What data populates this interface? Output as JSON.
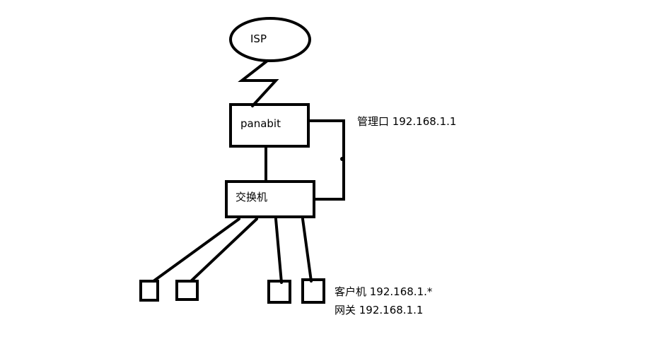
{
  "nodes": {
    "isp": {
      "label": "ISP"
    },
    "panabit": {
      "label": "panabit"
    },
    "switch": {
      "label": "交换机"
    }
  },
  "labels": {
    "management": "管理口 192.168.1.1",
    "client": "客户机 192.168.1.*",
    "gateway": "网关 192.168.1.1"
  },
  "colors": {
    "stroke": "#000000",
    "background": "#ffffff"
  }
}
